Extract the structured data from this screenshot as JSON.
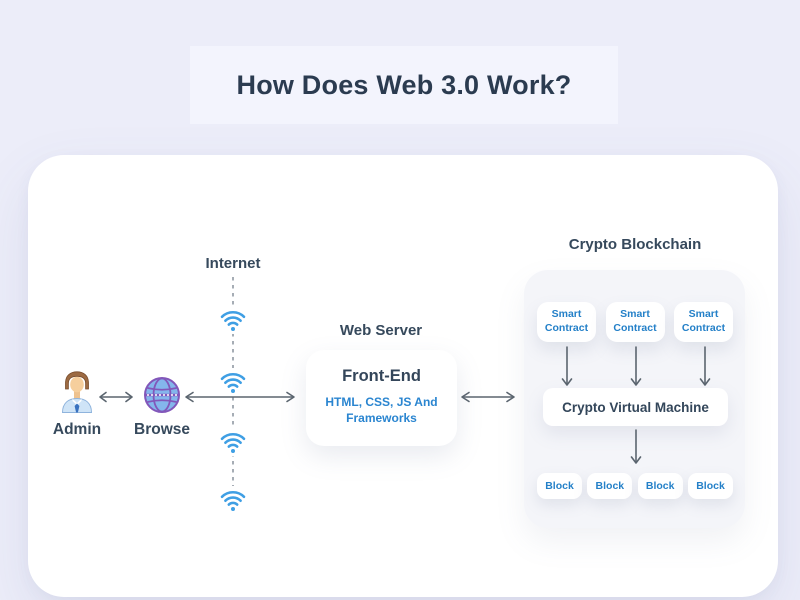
{
  "header": {
    "title": "How Does Web 3.0 Work?"
  },
  "client": {
    "admin_label": "Admin",
    "browse_label": "Browse"
  },
  "internet": {
    "label": "Internet"
  },
  "web_server": {
    "label": "Web Server",
    "front_end_title": "Front-End",
    "front_end_subtitle": "HTML, CSS, JS And Frameworks"
  },
  "blockchain": {
    "label": "Crypto Blockchain",
    "smart_contracts": [
      "Smart Contract",
      "Smart Contract",
      "Smart Contract"
    ],
    "vm_label": "Crypto Virtual Machine",
    "blocks": [
      "Block",
      "Block",
      "Block",
      "Block"
    ]
  },
  "icons": {
    "admin": "person-icon",
    "browse": "globe-icon",
    "internet_node": "wifi-icon"
  },
  "colors": {
    "background": "#ecedf9",
    "title_band": "#f3f4fd",
    "card": "#ffffff",
    "blockchain_panel": "#f4f5f9",
    "dark_text": "#33465a",
    "accent_blue_text": "#2480c8",
    "wifi_blue": "#3f9fe4",
    "arrow_gray": "#5b656f",
    "globe_fill": "#84b6ec",
    "globe_lines": "#8257ba"
  }
}
